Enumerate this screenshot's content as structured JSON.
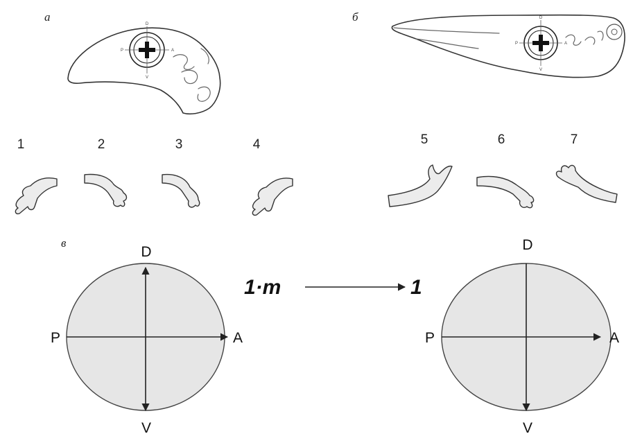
{
  "panels": {
    "a_label": "а",
    "b_label": "б",
    "v_label": "в"
  },
  "graft_marker": {
    "top": "D",
    "bottom": "V",
    "left": "P",
    "right": "A"
  },
  "limbs": [
    "1",
    "2",
    "3",
    "4",
    "5",
    "6",
    "7"
  ],
  "axes_left": {
    "top": "D",
    "bottom": "V",
    "left": "P",
    "right": "A"
  },
  "axes_right": {
    "top": "D",
    "bottom": "V",
    "left": "P",
    "right": "A"
  },
  "transform": {
    "source": "1·m",
    "target": "1"
  }
}
